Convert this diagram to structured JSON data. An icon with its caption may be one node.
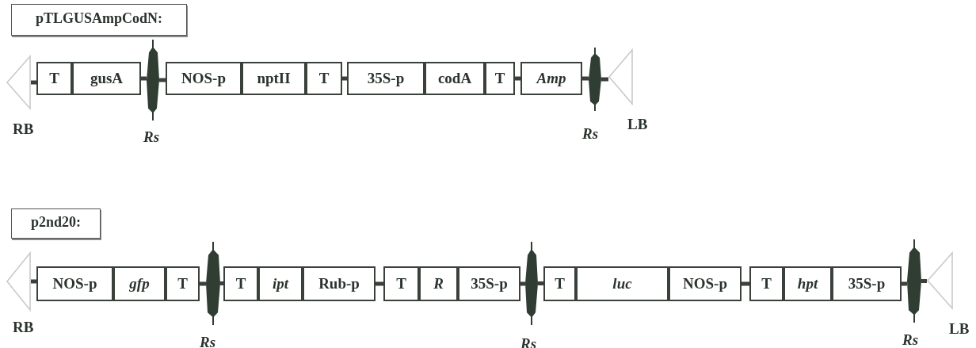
{
  "diagram": {
    "nodes": [
      {
        "text": [
          "pTLGUSAmpCodN:"
        ]
      },
      {
        "text": [],
        "shape": "triangle",
        "beside": [
          "RB"
        ]
      },
      {
        "text": [
          "T"
        ]
      },
      {
        "text": [
          "gusA"
        ]
      },
      {
        "text": [],
        "shape": "bar",
        "beside": [
          "Rs"
        ]
      },
      {
        "text": [
          "NOS-p"
        ]
      },
      {
        "text": [
          "nptII"
        ]
      },
      {
        "text": [
          "T"
        ]
      },
      {
        "text": [
          "35S-p"
        ]
      },
      {
        "text": [
          "codA"
        ]
      },
      {
        "text": [
          "T"
        ]
      },
      {
        "text": [
          "Amp"
        ]
      },
      {
        "text": [],
        "shape": "bar",
        "beside": [
          "Rs"
        ]
      },
      {
        "text": [],
        "shape": "triangle",
        "beside": [
          "LB"
        ]
      },
      {
        "text": [
          "p2nd20:"
        ]
      },
      {
        "text": [],
        "shape": "triangle",
        "beside": [
          "RB"
        ]
      },
      {
        "text": [
          "NOS-p"
        ]
      },
      {
        "text": [
          "gfp"
        ]
      },
      {
        "text": [
          "T"
        ]
      },
      {
        "text": [],
        "shape": "bar",
        "beside": [
          "Rs"
        ]
      },
      {
        "text": [
          "T"
        ]
      },
      {
        "text": [
          "ipt"
        ]
      },
      {
        "text": [
          "Rub-p"
        ]
      },
      {
        "text": [
          "T"
        ]
      },
      {
        "text": [
          "R"
        ]
      },
      {
        "text": [
          "35S-p"
        ]
      },
      {
        "text": [],
        "shape": "bar",
        "beside": [
          "Rs"
        ]
      },
      {
        "text": [
          "T"
        ]
      },
      {
        "text": [
          "luc"
        ]
      },
      {
        "text": [
          "NOS-p"
        ]
      },
      {
        "text": [
          "T"
        ]
      },
      {
        "text": [
          "hpt"
        ]
      },
      {
        "text": [
          "35S-p"
        ]
      },
      {
        "text": [],
        "shape": "bar",
        "beside": [
          "Rs"
        ]
      },
      {
        "text": [],
        "shape": "triangle",
        "beside": [
          "LB"
        ]
      }
    ],
    "edges": [
      {
        "from": 1,
        "to": 2,
        "arrow": "none"
      },
      {
        "from": 3,
        "to": 4,
        "arrow": "none"
      },
      {
        "from": 4,
        "to": 5,
        "arrow": "none"
      },
      {
        "from": 7,
        "to": 8,
        "arrow": "none"
      },
      {
        "from": 10,
        "to": 11,
        "arrow": "none"
      },
      {
        "from": 11,
        "to": 12,
        "arrow": "none"
      },
      {
        "from": 12,
        "to": 13,
        "arrow": "none"
      },
      {
        "from": 15,
        "to": 16,
        "arrow": "none"
      },
      {
        "from": 18,
        "to": 19,
        "arrow": "none"
      },
      {
        "from": 19,
        "to": 20,
        "arrow": "none"
      },
      {
        "from": 22,
        "to": 23,
        "arrow": "none"
      },
      {
        "from": 25,
        "to": 26,
        "arrow": "none"
      },
      {
        "from": 26,
        "to": 27,
        "arrow": "none"
      },
      {
        "from": 29,
        "to": 30,
        "arrow": "none"
      },
      {
        "from": 32,
        "to": 33,
        "arrow": "none"
      },
      {
        "from": 33,
        "to": 34,
        "arrow": "none"
      }
    ]
  }
}
